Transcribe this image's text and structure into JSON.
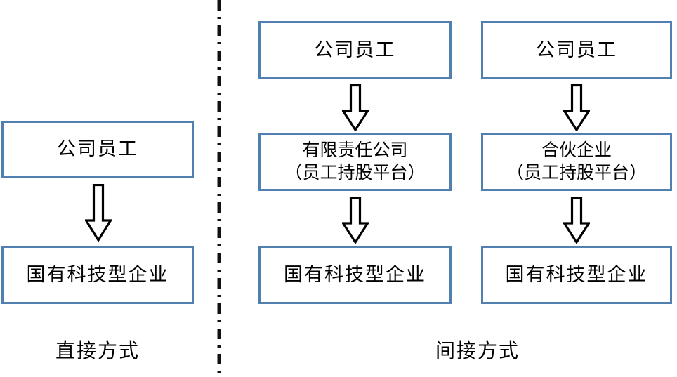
{
  "diagram": {
    "type": "flow-diagram",
    "background_color": "#ffffff",
    "box_border_color": "#5180b0",
    "arrow_color": "#000000",
    "text_color": "#000000",
    "divider": {
      "style": "dash-dot",
      "orientation": "vertical",
      "color": "#111111"
    },
    "sections": [
      {
        "id": "direct",
        "caption": "直接方式",
        "columns": [
          {
            "id": "direct-col",
            "nodes": [
              {
                "id": "direct-employee",
                "label": "公司员工"
              },
              {
                "id": "direct-enterprise",
                "label": "国有科技型企业"
              }
            ],
            "arrows": [
              {
                "id": "direct-arrow-1",
                "from": "direct-employee",
                "to": "direct-enterprise",
                "direction": "down"
              }
            ]
          }
        ]
      },
      {
        "id": "indirect",
        "caption": "间接方式",
        "columns": [
          {
            "id": "indirect-col-llc",
            "nodes": [
              {
                "id": "llc-employee",
                "label": "公司员工"
              },
              {
                "id": "llc-platform",
                "label": "有限责任公司\n（员工持股平台）"
              },
              {
                "id": "llc-enterprise",
                "label": "国有科技型企业"
              }
            ],
            "arrows": [
              {
                "id": "llc-arrow-1",
                "from": "llc-employee",
                "to": "llc-platform",
                "direction": "down"
              },
              {
                "id": "llc-arrow-2",
                "from": "llc-platform",
                "to": "llc-enterprise",
                "direction": "down"
              }
            ]
          },
          {
            "id": "indirect-col-partnership",
            "nodes": [
              {
                "id": "partner-employee",
                "label": "公司员工"
              },
              {
                "id": "partner-platform",
                "label": "合伙企业\n（员工持股平台）"
              },
              {
                "id": "partner-enterprise",
                "label": "国有科技型企业"
              }
            ],
            "arrows": [
              {
                "id": "partner-arrow-1",
                "from": "partner-employee",
                "to": "partner-platform",
                "direction": "down"
              },
              {
                "id": "partner-arrow-2",
                "from": "partner-platform",
                "to": "partner-enterprise",
                "direction": "down"
              }
            ]
          }
        ]
      }
    ]
  }
}
